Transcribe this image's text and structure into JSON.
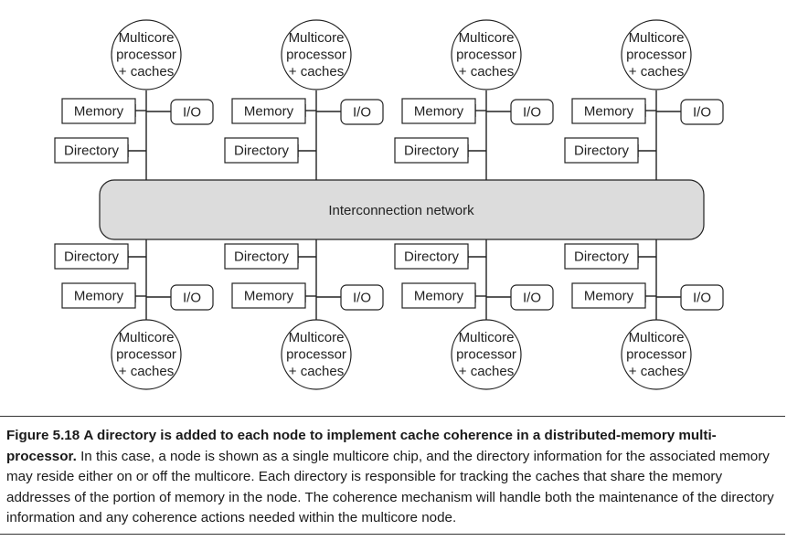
{
  "diagram": {
    "processor_label": [
      "Multicore",
      "processor",
      "+ caches"
    ],
    "memory_label": "Memory",
    "directory_label": "Directory",
    "io_label": "I/O",
    "network_label": "Interconnection network",
    "colors": {
      "network_fill": "#dcdcdc",
      "box_fill": "#ffffff",
      "stroke": "#222222"
    }
  },
  "caption": {
    "figure_label": "Figure 5.18",
    "lead": "A directory is added to each node to implement cache coherence in a distributed-memory multi-processor.",
    "body": "In this case, a node is shown as a single multicore chip, and the directory information for the associated memory may reside either on or off the multicore. Each directory is responsible for tracking the caches that share the memory addresses of the portion of memory in the node. The coherence mechanism will handle both the maintenance of the directory information and any coherence actions needed within the multicore node."
  }
}
